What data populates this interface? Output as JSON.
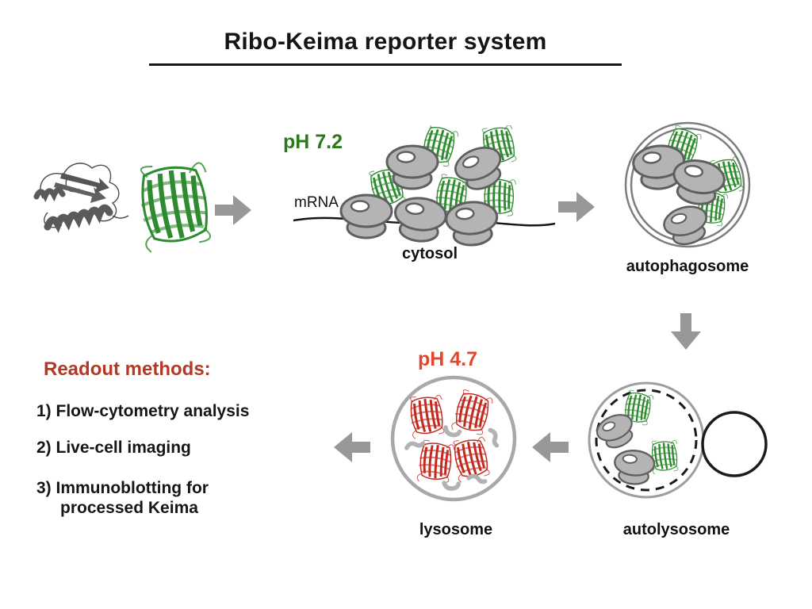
{
  "title": "Ribo-Keima reporter system",
  "cytosol": {
    "ph": "pH 7.2",
    "mrna": "mRNA",
    "label": "cytosol"
  },
  "autophagosome": {
    "label": "autophagosome"
  },
  "autolysosome": {
    "label": "autolysosome"
  },
  "lysosome": {
    "ph": "pH 4.7",
    "label": "lysosome"
  },
  "readout": {
    "heading": "Readout methods:",
    "items": [
      "1) Flow-cytometry analysis",
      "2) Live-cell imaging",
      "3) Immunoblotting for\nprocessed Keima"
    ]
  },
  "colors": {
    "ph_neutral_green": "#2b7a1a",
    "ph_acidic_red": "#e2472e",
    "readout_heading_red": "#b03a28",
    "arrow_gray": "#989898",
    "keima_green": "#2f8b2f",
    "keima_red": "#c4291f",
    "ribosome_gray": "#b4b4b4",
    "text_black": "#151515"
  }
}
